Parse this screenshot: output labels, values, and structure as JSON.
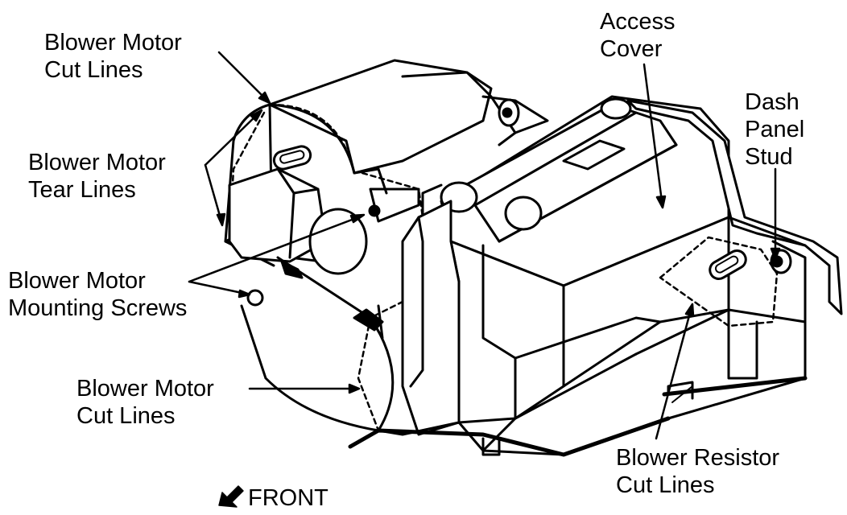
{
  "labels": {
    "blower_motor_cut_lines_top": [
      "Blower Motor",
      "Cut Lines"
    ],
    "blower_motor_tear_lines": [
      "Blower Motor",
      "Tear Lines"
    ],
    "blower_motor_mounting_screws": [
      "Blower Motor",
      "Mounting Screws"
    ],
    "blower_motor_cut_lines_bottom": [
      "Blower Motor",
      "Cut Lines"
    ],
    "access_cover": [
      "Access",
      "Cover"
    ],
    "dash_panel_stud": [
      "Dash",
      "Panel",
      "Stud"
    ],
    "blower_resistor_cut_lines": [
      "Blower Resistor",
      "Cut Lines"
    ],
    "front": "FRONT"
  },
  "colors": {
    "ink": "#000000",
    "paper": "#ffffff"
  },
  "icons": {
    "front_arrow": "arrow-down-left-icon"
  }
}
